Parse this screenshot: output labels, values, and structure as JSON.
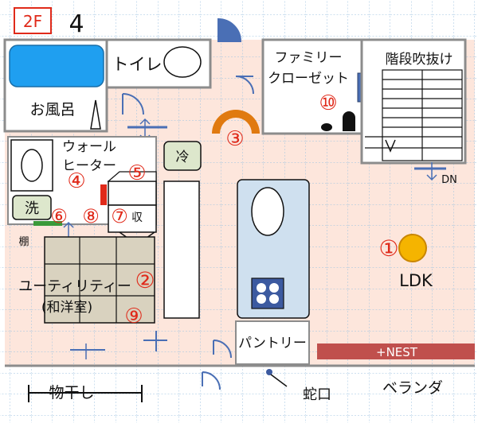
{
  "floor_label": "2F",
  "north_symbol": "4",
  "rooms": {
    "toilet": "トイレ",
    "bath": "お風呂",
    "family_closet_line1": "ファミリー",
    "family_closet_line2": "クローゼット",
    "stair_void": "階段吹抜け",
    "wall_heater_line1": "ウォール",
    "wall_heater_line2": "ヒーター",
    "fridge": "冷",
    "washer": "洗",
    "storage": "収",
    "shelf": "棚",
    "utility_line1": "ユーティリティー",
    "utility_line2": "(和洋室)",
    "ldk": "LDK",
    "pantry": "パントリー",
    "nest": "+NEST",
    "veranda": "ベランダ",
    "drying": "物干し",
    "faucet": "蛇口",
    "dn": "DN"
  },
  "markers": {
    "m1": "①",
    "m2": "②",
    "m3": "③",
    "m4": "④",
    "m5": "⑤",
    "m6": "⑥",
    "m7": "⑦",
    "m8": "⑧",
    "m9": "⑨",
    "m10": "⑩"
  },
  "colors": {
    "floor": "#fde6dc",
    "grid": "#9cc2e0",
    "wall": "#8c8c8c",
    "marker": "#e02a1a",
    "bathtub": "#1f9ff0",
    "stove_panel": "#cfe0ef",
    "stove_burner": "#3c5aa0",
    "door_accent": "#4a6fb5",
    "nest_bar": "#c0504d",
    "fixture_tan": "#d9d2bf",
    "fridge_green": "#dde7cc",
    "light_yellow": "#f5b400",
    "arc_orange": "#e07a10"
  }
}
